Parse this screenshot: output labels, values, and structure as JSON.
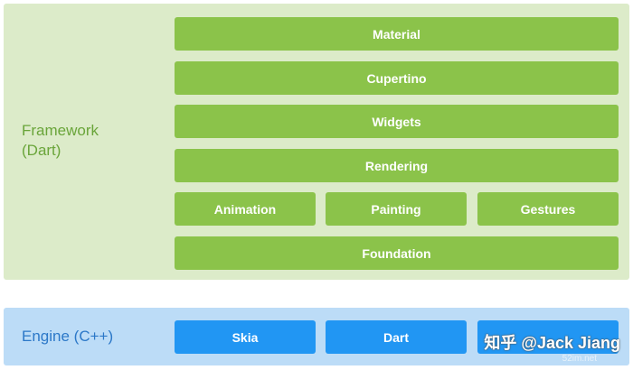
{
  "framework": {
    "label_line1": "Framework",
    "label_line2": "(Dart)",
    "color": "#dcebc9",
    "block_color": "#8bc34a",
    "blocks": {
      "material": "Material",
      "cupertino": "Cupertino",
      "widgets": "Widgets",
      "rendering": "Rendering",
      "animation": "Animation",
      "painting": "Painting",
      "gestures": "Gestures",
      "foundation": "Foundation"
    }
  },
  "engine": {
    "label": "Engine (C++)",
    "color": "#bcdcf7",
    "block_color": "#2196f3",
    "blocks": {
      "skia": "Skia",
      "dart": "Dart",
      "text": ""
    }
  },
  "watermark": {
    "text": "知乎 @Jack Jiang",
    "sub": "52im.net"
  }
}
